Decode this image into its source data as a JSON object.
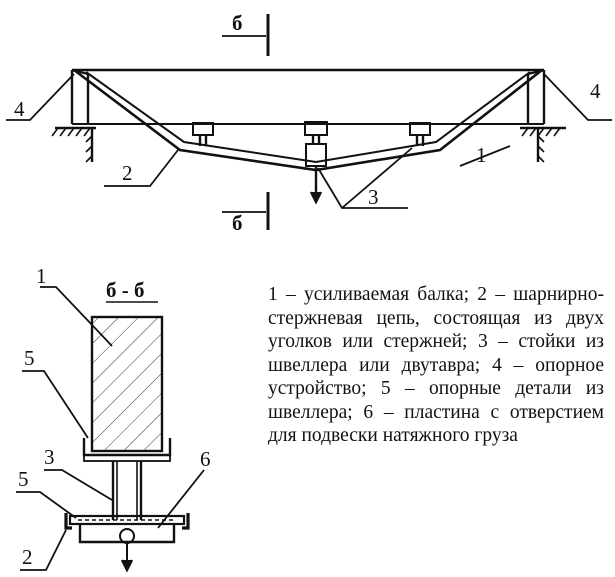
{
  "labels": {
    "elevation": {
      "support_left": "4",
      "support_right": "4",
      "chain": "2",
      "beam": "1",
      "posts": "3",
      "section_mark_top": "б",
      "section_mark_bottom": "б"
    },
    "section": {
      "title": "б - б",
      "beam": "1",
      "channel_part": "5",
      "post": "3",
      "lower_part": "5",
      "plate": "6",
      "chain": "2"
    }
  },
  "legend": [
    "1 – усиливаемая балка;",
    "2 – шарнирно-стержневая цепь, состоящая из двух уголков или стержней;",
    "3 – стойки из швеллера или двутавра;",
    "4 – опорное устройство;",
    "5 – опорные детали из швеллера;",
    "6 – пластина с отверстием для подвески натяжного груза"
  ]
}
